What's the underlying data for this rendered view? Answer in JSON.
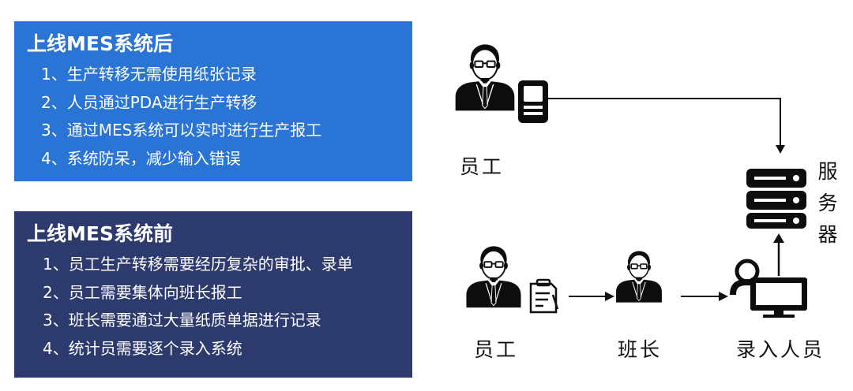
{
  "after_panel": {
    "title": "上线MES系统后",
    "items": [
      "1、生产转移无需使用纸张记录",
      "2、人员通过PDA进行生产转移",
      "3、通过MES系统可以实时进行生产报工",
      "4、系统防呆，减少输入错误"
    ],
    "color": "#2a74d6"
  },
  "before_panel": {
    "title": "上线MES系统前",
    "items": [
      "1、员工生产转移需要经历复杂的审批、录单",
      "2、员工需要集体向班长报工",
      "3、班长需要通过大量纸质单据进行记录",
      "4、统计员需要逐个录入系统"
    ],
    "color": "#2c3a6e"
  },
  "diagram": {
    "top_worker_label": "员工",
    "server_label": [
      "服",
      "务",
      "器"
    ],
    "bottom_worker_label": "员工",
    "team_leader_label": "班长",
    "data_entry_label": "录入人员",
    "icons": [
      "person-icon",
      "pda-icon",
      "server-icon",
      "paper-form-icon",
      "computer-icon"
    ]
  }
}
